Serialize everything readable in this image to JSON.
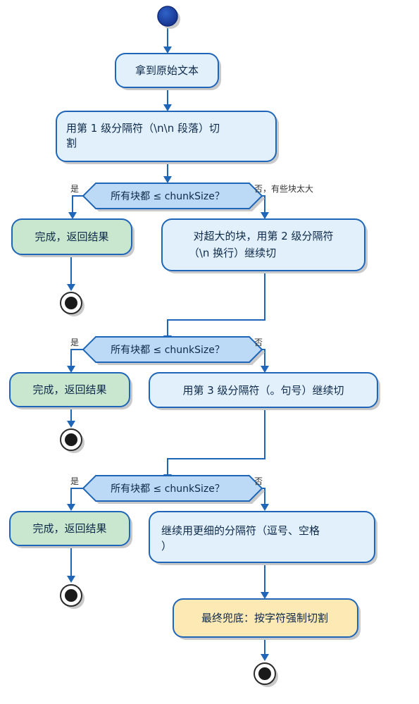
{
  "colors": {
    "edge": "#1f66b8",
    "action_fill": "#e2f0fb",
    "done_fill": "#c9e6cf",
    "final_fill": "#fde9b4",
    "condition_fill": "#bcd9f5",
    "start_fill": "#1a44a6"
  },
  "nodes": {
    "get_text": "拿到原始文本",
    "split_level1_line1": "用第 1 级分隔符（\\n\\n 段落）切",
    "split_level1_line2": "割",
    "condition_1": "所有块都 ≤ chunkSize？",
    "done_1": "完成，返回结果",
    "split_level2_line1": "对超大的块，用第 2 级分隔符",
    "split_level2_line2": "（\\n 换行）继续切",
    "condition_2": "所有块都 ≤ chunkSize？",
    "done_2": "完成，返回结果",
    "split_level3": "用第 3 级分隔符（。句号）继续切",
    "condition_3": "所有块都 ≤ chunkSize？",
    "done_3": "完成，返回结果",
    "split_finer_line1": "继续用更细的分隔符（逗号、空格",
    "split_finer_line2": "）",
    "final_fallback": "最终兜底：按字符强制切割"
  },
  "edge_labels": {
    "c1_yes": "是",
    "c1_no": "否，有些块太大",
    "c2_yes": "是",
    "c2_no": "否",
    "c3_yes": "是",
    "c3_no": "否"
  }
}
